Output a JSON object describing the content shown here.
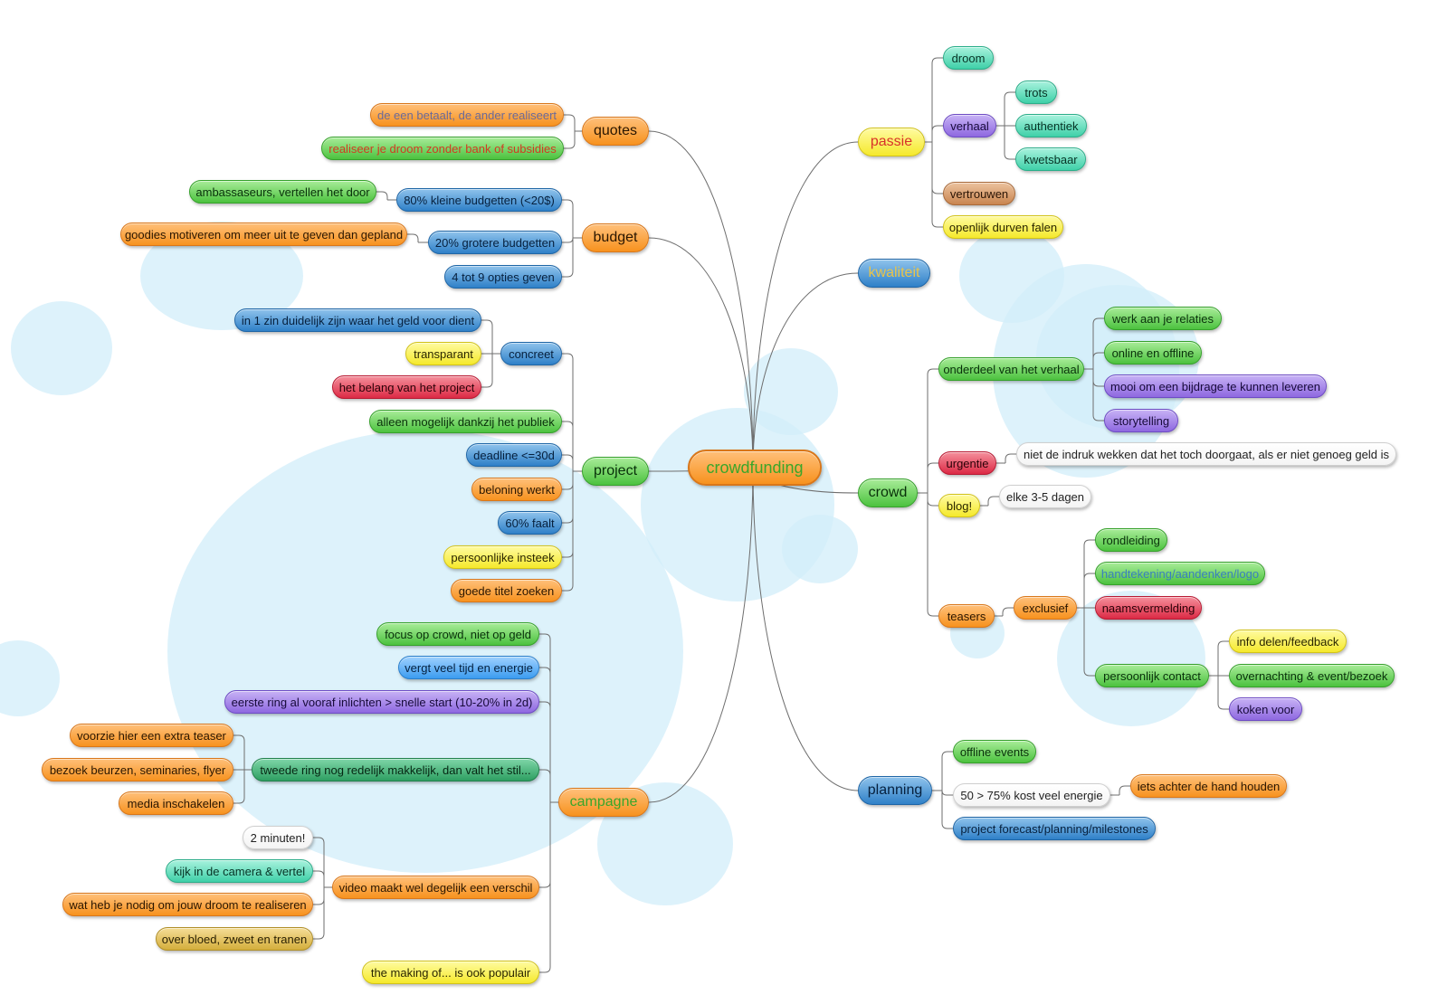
{
  "center": {
    "id": "root",
    "label": "crowdfunding",
    "color": "orange",
    "text_color": "#3aa62a"
  },
  "nodes": [
    {
      "id": "quotes",
      "label": "quotes",
      "color": "orange",
      "parent": "root"
    },
    {
      "id": "q1",
      "label": "de een betaalt, de ander realiseert",
      "color": "orange",
      "text_color": "#6a6a9a",
      "parent": "quotes"
    },
    {
      "id": "q2",
      "label": "realiseer je droom zonder bank of subsidies",
      "color": "green",
      "text_color": "#d23a22",
      "parent": "quotes"
    },
    {
      "id": "budget",
      "label": "budget",
      "color": "orange",
      "parent": "root"
    },
    {
      "id": "b1",
      "label": "80% kleine budgetten (<20$)",
      "color": "blue",
      "parent": "budget"
    },
    {
      "id": "b1a",
      "label": "ambassaseurs, vertellen het door",
      "color": "green",
      "parent": "b1"
    },
    {
      "id": "b2",
      "label": "20% grotere budgetten",
      "color": "blue",
      "parent": "budget"
    },
    {
      "id": "b2a",
      "label": "goodies motiveren om meer uit te geven dan gepland",
      "color": "orange",
      "parent": "b2"
    },
    {
      "id": "b3",
      "label": "4 tot 9 opties geven",
      "color": "blue",
      "parent": "budget"
    },
    {
      "id": "project",
      "label": "project",
      "color": "green",
      "parent": "root"
    },
    {
      "id": "p1",
      "label": "concreet",
      "color": "blue",
      "parent": "project"
    },
    {
      "id": "p1a",
      "label": "in 1 zin duidelijk zijn waar het geld voor dient",
      "color": "blue",
      "parent": "p1"
    },
    {
      "id": "p1b",
      "label": "transparant",
      "color": "yellow",
      "parent": "p1"
    },
    {
      "id": "p1c",
      "label": "het belang van het project",
      "color": "red",
      "parent": "p1"
    },
    {
      "id": "p2",
      "label": "alleen mogelijk dankzij het publiek",
      "color": "green",
      "parent": "project"
    },
    {
      "id": "p3",
      "label": "deadline <=30d",
      "color": "blue",
      "parent": "project"
    },
    {
      "id": "p4",
      "label": "beloning werkt",
      "color": "orange",
      "parent": "project"
    },
    {
      "id": "p5",
      "label": "60% faalt",
      "color": "blue",
      "parent": "project"
    },
    {
      "id": "p6",
      "label": "persoonlijke insteek",
      "color": "yellow",
      "parent": "project"
    },
    {
      "id": "p7",
      "label": "goede titel zoeken",
      "color": "orange",
      "parent": "project"
    },
    {
      "id": "campagne",
      "label": "campagne",
      "color": "orange",
      "text_color": "#3aa62a",
      "parent": "root"
    },
    {
      "id": "c1",
      "label": "focus op crowd, niet op geld",
      "color": "green",
      "parent": "campagne"
    },
    {
      "id": "c2",
      "label": "vergt veel tijd en energie",
      "color": "blue2",
      "parent": "campagne"
    },
    {
      "id": "c3",
      "label": "eerste ring al vooraf inlichten > snelle start (10-20% in 2d)",
      "color": "purple",
      "parent": "campagne"
    },
    {
      "id": "c4",
      "label": "tweede ring nog redelijk makkelijk, dan valt het stil...",
      "color": "dgreen",
      "parent": "campagne"
    },
    {
      "id": "c4a",
      "label": "voorzie hier een extra teaser",
      "color": "orange",
      "parent": "c4"
    },
    {
      "id": "c4b",
      "label": "bezoek beurzen, seminaries, flyer",
      "color": "orange",
      "parent": "c4"
    },
    {
      "id": "c4c",
      "label": "media inschakelen",
      "color": "orange",
      "parent": "c4"
    },
    {
      "id": "c5",
      "label": "video maakt wel degelijk een verschil",
      "color": "orange",
      "parent": "campagne"
    },
    {
      "id": "c5a",
      "label": "2 minuten!",
      "color": "white",
      "parent": "c5"
    },
    {
      "id": "c5b",
      "label": "kijk in de camera & vertel",
      "color": "teal",
      "parent": "c5"
    },
    {
      "id": "c5c",
      "label": "wat heb je nodig om jouw droom te realiseren",
      "color": "orange",
      "parent": "c5"
    },
    {
      "id": "c5d",
      "label": "over bloed, zweet en tranen",
      "color": "olive",
      "parent": "c5"
    },
    {
      "id": "c6",
      "label": "the making of... is ook populair",
      "color": "yellow",
      "parent": "campagne"
    },
    {
      "id": "passie",
      "label": "passie",
      "color": "yellow",
      "text_color": "#d8322a",
      "parent": "root"
    },
    {
      "id": "pa1",
      "label": "droom",
      "color": "teal",
      "parent": "passie"
    },
    {
      "id": "pa2",
      "label": "verhaal",
      "color": "purple",
      "parent": "passie"
    },
    {
      "id": "pa2a",
      "label": "trots",
      "color": "teal",
      "parent": "pa2"
    },
    {
      "id": "pa2b",
      "label": "authentiek",
      "color": "teal",
      "parent": "pa2"
    },
    {
      "id": "pa2c",
      "label": "kwetsbaar",
      "color": "teal",
      "parent": "pa2"
    },
    {
      "id": "pa3",
      "label": "vertrouwen",
      "color": "brown",
      "parent": "passie"
    },
    {
      "id": "pa4",
      "label": "openlijk durven falen",
      "color": "yellow",
      "parent": "passie"
    },
    {
      "id": "kwaliteit",
      "label": "kwaliteit",
      "color": "blue",
      "text_color": "#e8c44a",
      "parent": "root"
    },
    {
      "id": "crowd",
      "label": "crowd",
      "color": "green",
      "parent": "root"
    },
    {
      "id": "cr1",
      "label": "onderdeel van het verhaal",
      "color": "green",
      "parent": "crowd"
    },
    {
      "id": "cr1a",
      "label": "werk aan je relaties",
      "color": "green",
      "parent": "cr1"
    },
    {
      "id": "cr1b",
      "label": "online en offline",
      "color": "green",
      "parent": "cr1"
    },
    {
      "id": "cr1c",
      "label": "mooi om een bijdrage te kunnen leveren",
      "color": "purple",
      "parent": "cr1"
    },
    {
      "id": "cr1d",
      "label": "storytelling",
      "color": "purple",
      "parent": "cr1"
    },
    {
      "id": "cr2",
      "label": "urgentie",
      "color": "red",
      "parent": "crowd"
    },
    {
      "id": "cr2a",
      "label": "niet de indruk wekken dat het toch doorgaat, als er niet genoeg geld is",
      "color": "white",
      "parent": "cr2"
    },
    {
      "id": "cr3",
      "label": "blog!",
      "color": "yellow",
      "parent": "crowd"
    },
    {
      "id": "cr3a",
      "label": "elke 3-5 dagen",
      "color": "white",
      "parent": "cr3"
    },
    {
      "id": "cr4",
      "label": "teasers",
      "color": "orange",
      "parent": "crowd"
    },
    {
      "id": "cr4a",
      "label": "exclusief",
      "color": "orange",
      "parent": "cr4"
    },
    {
      "id": "cr4a1",
      "label": "rondleiding",
      "color": "green",
      "parent": "cr4a"
    },
    {
      "id": "cr4a2",
      "label": "handtekening/aandenken/logo",
      "color": "green",
      "text_color": "#3a7fbf",
      "parent": "cr4a"
    },
    {
      "id": "cr4a3",
      "label": "naamsvermelding",
      "color": "red",
      "parent": "cr4a"
    },
    {
      "id": "cr4a4",
      "label": "persoonlijk contact",
      "color": "green",
      "parent": "cr4a"
    },
    {
      "id": "cr4a4a",
      "label": "info delen/feedback",
      "color": "yellow",
      "parent": "cr4a4"
    },
    {
      "id": "cr4a4b",
      "label": "overnachting & event/bezoek",
      "color": "green",
      "parent": "cr4a4"
    },
    {
      "id": "cr4a4c",
      "label": "koken voor",
      "color": "purple",
      "parent": "cr4a4"
    },
    {
      "id": "planning",
      "label": "planning",
      "color": "blue",
      "parent": "root"
    },
    {
      "id": "pl1",
      "label": "offline events",
      "color": "green",
      "parent": "planning"
    },
    {
      "id": "pl2",
      "label": "50 > 75% kost veel energie",
      "color": "white",
      "parent": "planning"
    },
    {
      "id": "pl2a",
      "label": "iets achter de hand houden",
      "color": "orange",
      "parent": "pl2"
    },
    {
      "id": "pl3",
      "label": "project forecast/planning/milestones",
      "color": "blue",
      "parent": "planning"
    }
  ]
}
